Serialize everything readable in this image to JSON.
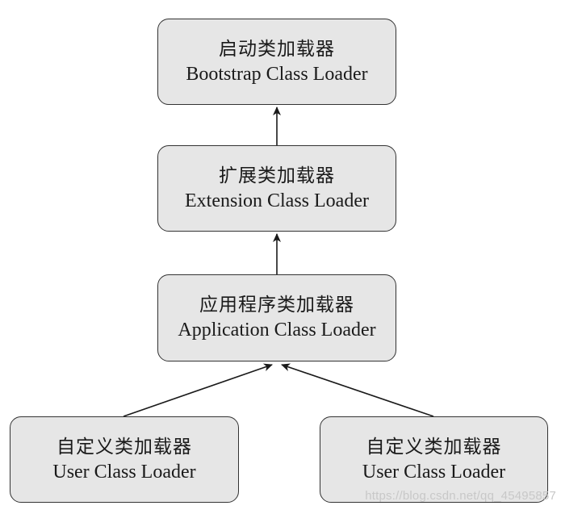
{
  "diagram": {
    "nodes": {
      "bootstrap": {
        "label_cn": "启动类加载器",
        "label_en": "Bootstrap Class Loader"
      },
      "extension": {
        "label_cn": "扩展类加载器",
        "label_en": "Extension Class Loader"
      },
      "application": {
        "label_cn": "应用程序类加载器",
        "label_en": "Application Class Loader"
      },
      "user_left": {
        "label_cn": "自定义类加载器",
        "label_en": "User Class Loader"
      },
      "user_right": {
        "label_cn": "自定义类加载器",
        "label_en": "User Class Loader"
      }
    },
    "edges": [
      {
        "from": "extension",
        "to": "bootstrap"
      },
      {
        "from": "application",
        "to": "extension"
      },
      {
        "from": "user_left",
        "to": "application"
      },
      {
        "from": "user_right",
        "to": "application"
      }
    ]
  },
  "watermark": "https://blog.csdn.net/qq_45495857",
  "colors": {
    "box_fill": "#e6e6e6",
    "box_border": "#333333",
    "arrow": "#1a1a1a"
  }
}
